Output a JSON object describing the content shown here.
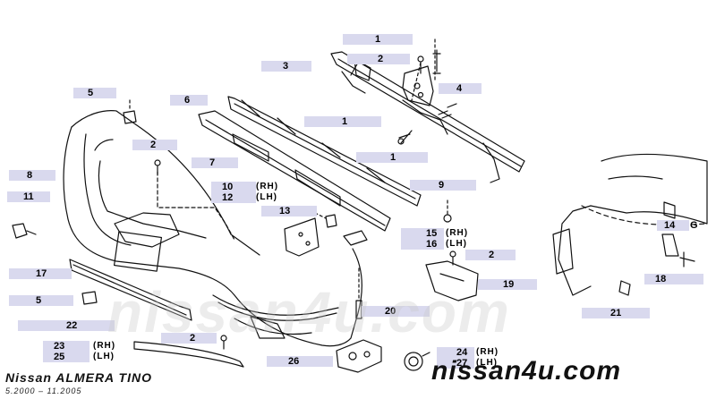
{
  "header": {
    "model": "Nissan ALMERA TINO",
    "years": "5.2000 – 11.2005",
    "brand": "nissan4u.com",
    "watermark": "nissan4u.com",
    "g_mark": "G"
  },
  "callouts": [
    {
      "num": "1"
    },
    {
      "num": "2"
    },
    {
      "num": "3"
    },
    {
      "num": "4"
    },
    {
      "num": "5"
    },
    {
      "num": "6"
    },
    {
      "num": "1"
    },
    {
      "num": "2"
    },
    {
      "num": "7"
    },
    {
      "num": "1"
    },
    {
      "num": "8"
    },
    {
      "num": "10",
      "side": "(RH)"
    },
    {
      "num": "12",
      "side": "(LH)"
    },
    {
      "num": "9"
    },
    {
      "num": "11"
    },
    {
      "num": "13"
    },
    {
      "num": "14"
    },
    {
      "num": "15",
      "side": "(RH)"
    },
    {
      "num": "16",
      "side": "(LH)"
    },
    {
      "num": "2"
    },
    {
      "num": "17"
    },
    {
      "num": "18"
    },
    {
      "num": "19"
    },
    {
      "num": "5"
    },
    {
      "num": "20"
    },
    {
      "num": "21"
    },
    {
      "num": "22"
    },
    {
      "num": "2"
    },
    {
      "num": "23",
      "side": "(RH)"
    },
    {
      "num": "25",
      "side": "(LH)"
    },
    {
      "num": "26"
    },
    {
      "num": "24",
      "side": "(RH)"
    },
    {
      "num": "27",
      "side": "(LH)"
    }
  ]
}
